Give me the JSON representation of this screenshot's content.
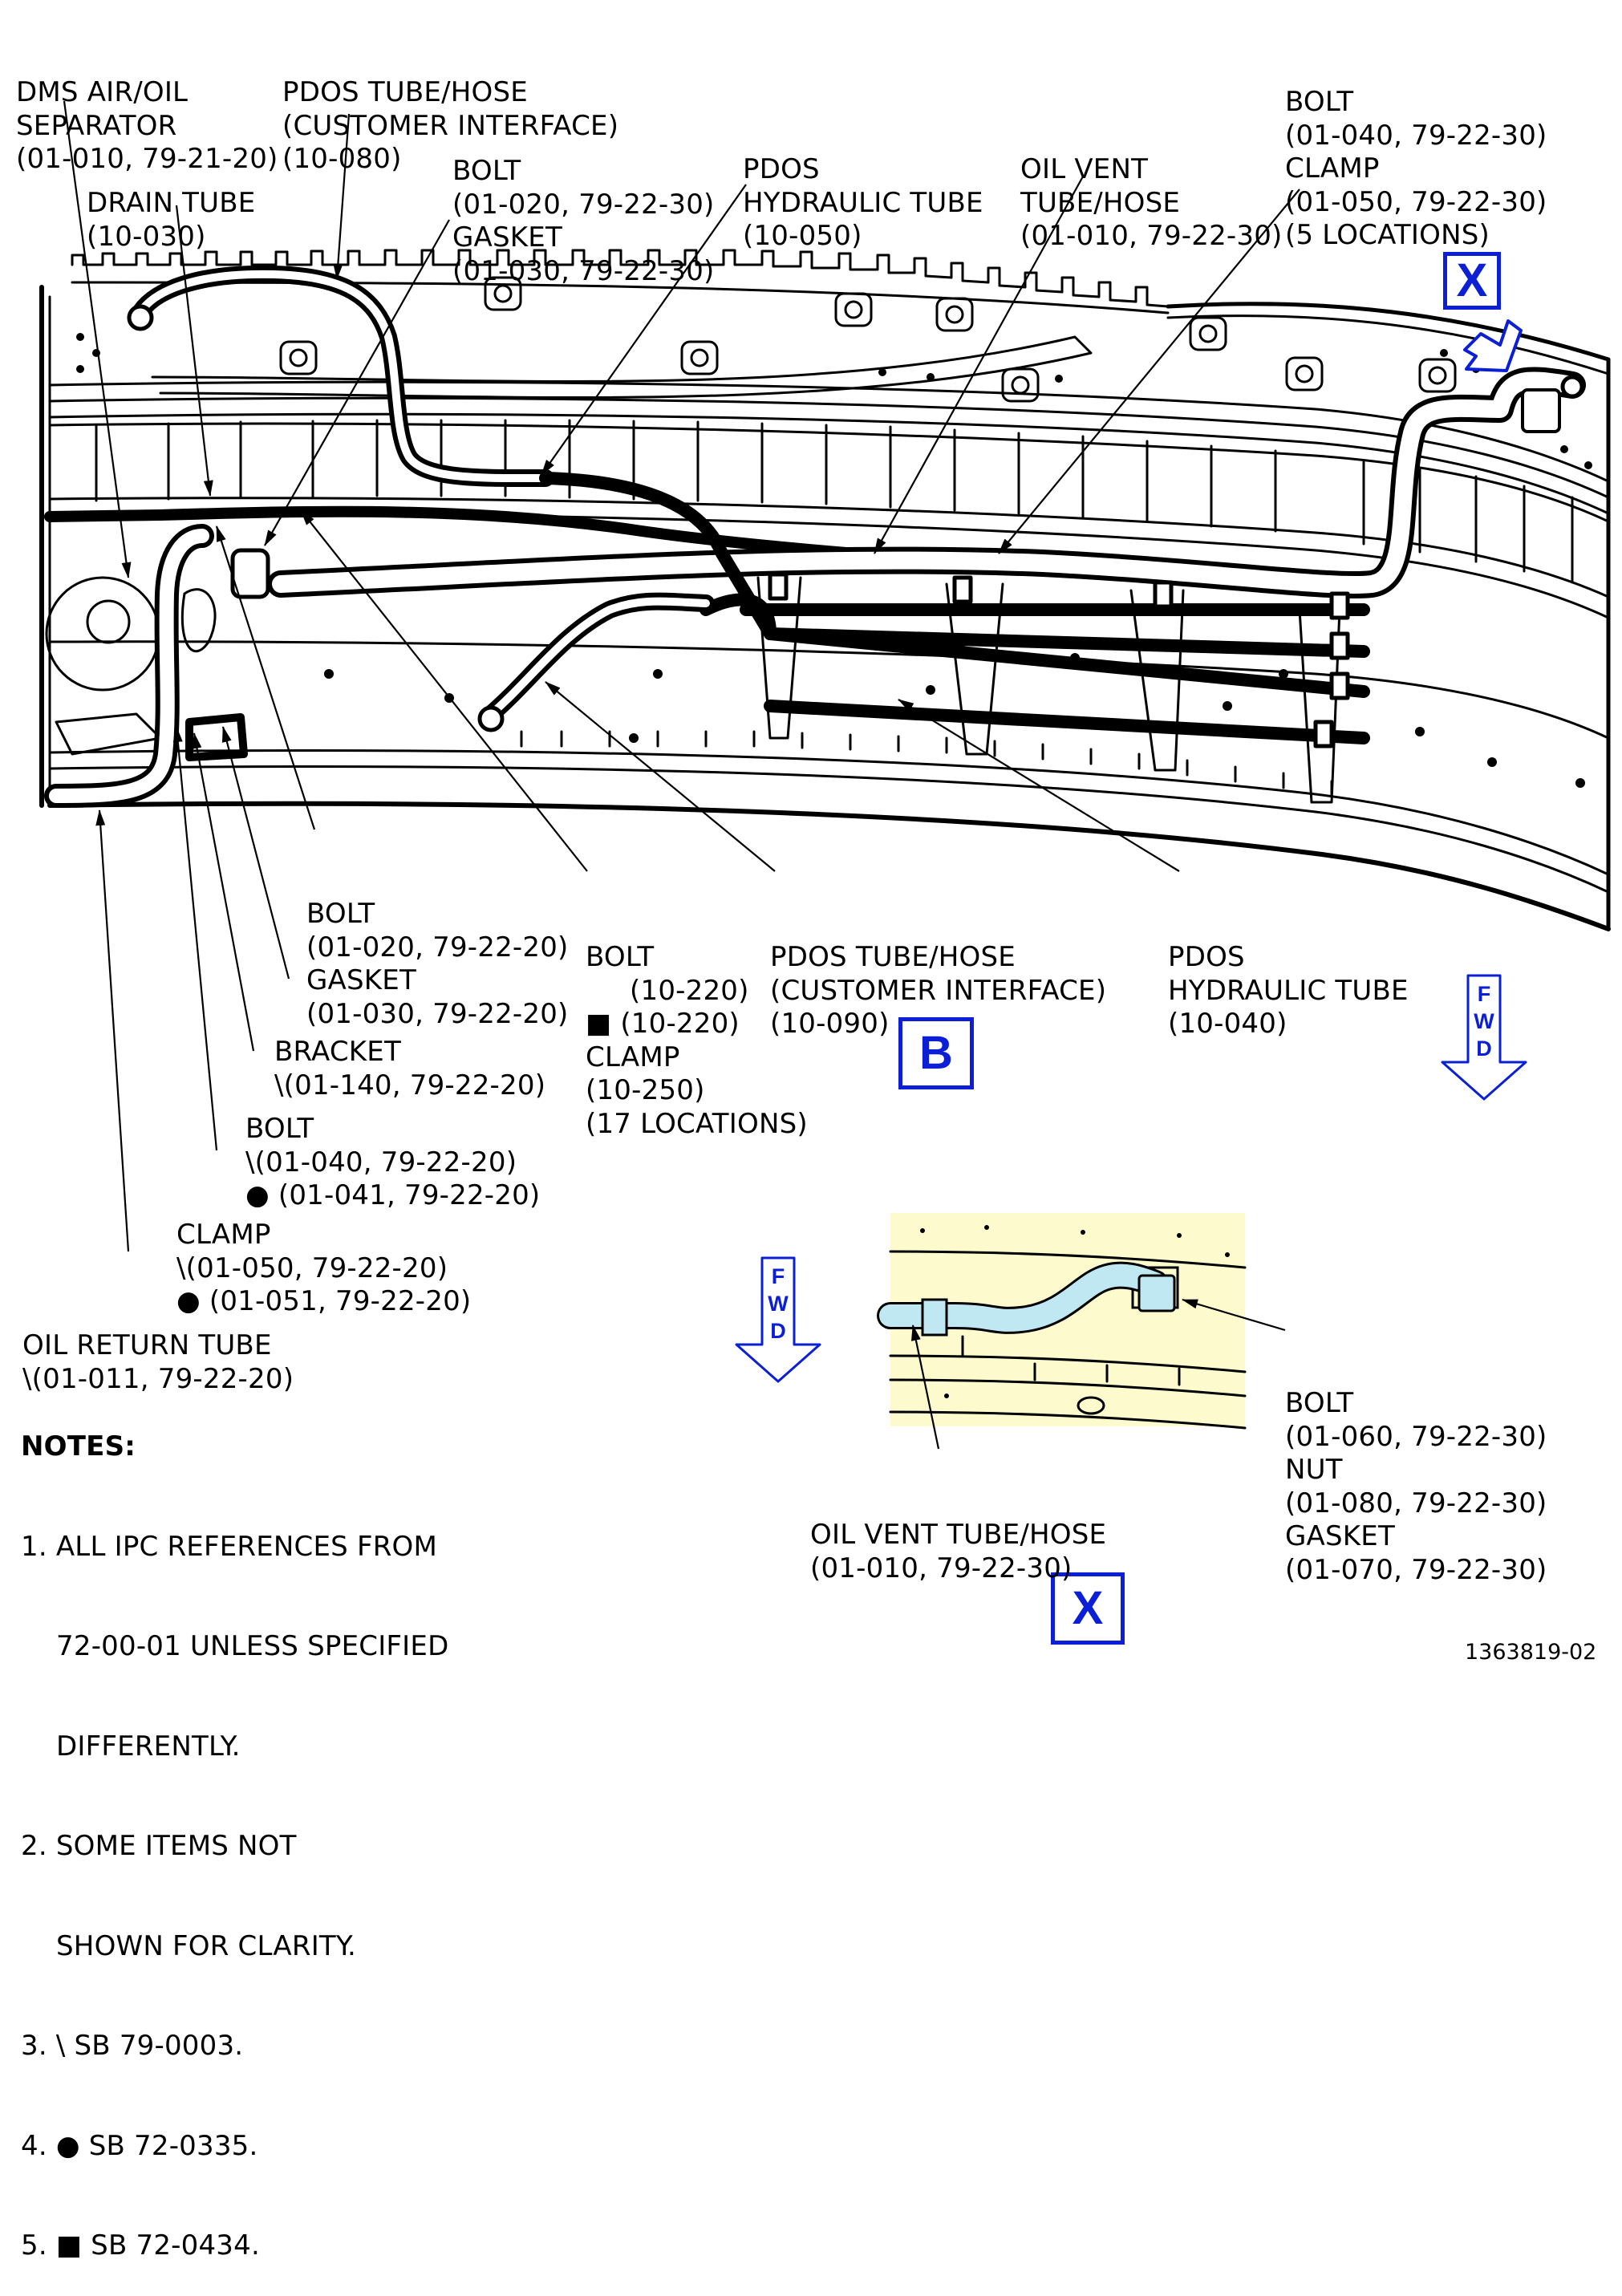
{
  "labels": {
    "dms_separator": [
      "DMS AIR/OIL",
      "SEPARATOR",
      "(01-010, 79-21-20)"
    ],
    "pdos_tube_top": [
      "PDOS TUBE/HOSE",
      "(CUSTOMER INTERFACE)",
      "(10-080)"
    ],
    "drain_tube": [
      "DRAIN TUBE",
      "(10-030)"
    ],
    "bolt_gasket_top": [
      "BOLT",
      "(01-020, 79-22-30)",
      "GASKET",
      "(01-030, 79-22-30)"
    ],
    "pdos_hydraulic_top": [
      "PDOS",
      "HYDRAULIC TUBE",
      "(10-050)"
    ],
    "oil_vent_top": [
      "OIL VENT",
      "TUBE/HOSE",
      "(01-010, 79-22-30)"
    ],
    "bolt_clamp_top": [
      "BOLT",
      "(01-040, 79-22-30)",
      "CLAMP",
      "(01-050, 79-22-30)",
      "(5 LOCATIONS)"
    ],
    "bolt_gasket_mid": [
      "BOLT",
      "(01-020, 79-22-20)",
      "GASKET",
      "(01-030, 79-22-20)"
    ],
    "bracket": [
      "BRACKET",
      "\\(01-140, 79-22-20)"
    ],
    "bolt_040": [
      "BOLT",
      "\\(01-040, 79-22-20)",
      "● (01-041, 79-22-20)"
    ],
    "clamp_050": [
      "CLAMP",
      "\\(01-050, 79-22-20)",
      "● (01-051, 79-22-20)"
    ],
    "oil_return": [
      "OIL RETURN TUBE",
      "\\(01-011, 79-22-20)"
    ],
    "bolt_clamp_220": [
      "BOLT",
      "     (10-220)",
      "■ (10-220)",
      "CLAMP",
      "(10-250)",
      "(17 LOCATIONS)"
    ],
    "pdos_tube_mid": [
      "PDOS TUBE/HOSE",
      "(CUSTOMER INTERFACE)",
      "(10-090)"
    ],
    "pdos_hydraulic_mid": [
      "PDOS",
      "HYDRAULIC TUBE",
      "(10-040)"
    ],
    "detail_bolt_nut_gasket": [
      "BOLT",
      "(01-060, 79-22-30)",
      "NUT",
      "(01-080, 79-22-30)",
      "GASKET",
      "(01-070, 79-22-30)"
    ],
    "detail_oil_vent": [
      "OIL VENT TUBE/HOSE",
      "(01-010, 79-22-30)"
    ]
  },
  "view_labels": {
    "x_top": "X",
    "b": "B",
    "x_bottom": "X"
  },
  "fwd": {
    "letters": [
      "F",
      "W",
      "D"
    ]
  },
  "notes": {
    "title": "NOTES:",
    "items": [
      "1. ALL IPC REFERENCES FROM",
      "    72-00-01 UNLESS SPECIFIED",
      "    DIFFERENTLY.",
      "2. SOME ITEMS NOT",
      "    SHOWN FOR CLARITY.",
      "3. \\ SB 79-0003.",
      "4. ● SB 72-0335.",
      "5. ■ SB 72-0434."
    ]
  },
  "figure_number": "1363819-02",
  "colors": {
    "view_label": "#0a1fd6",
    "detail_bg": "#fdfacd",
    "detail_tube": "#bfe8f3"
  }
}
